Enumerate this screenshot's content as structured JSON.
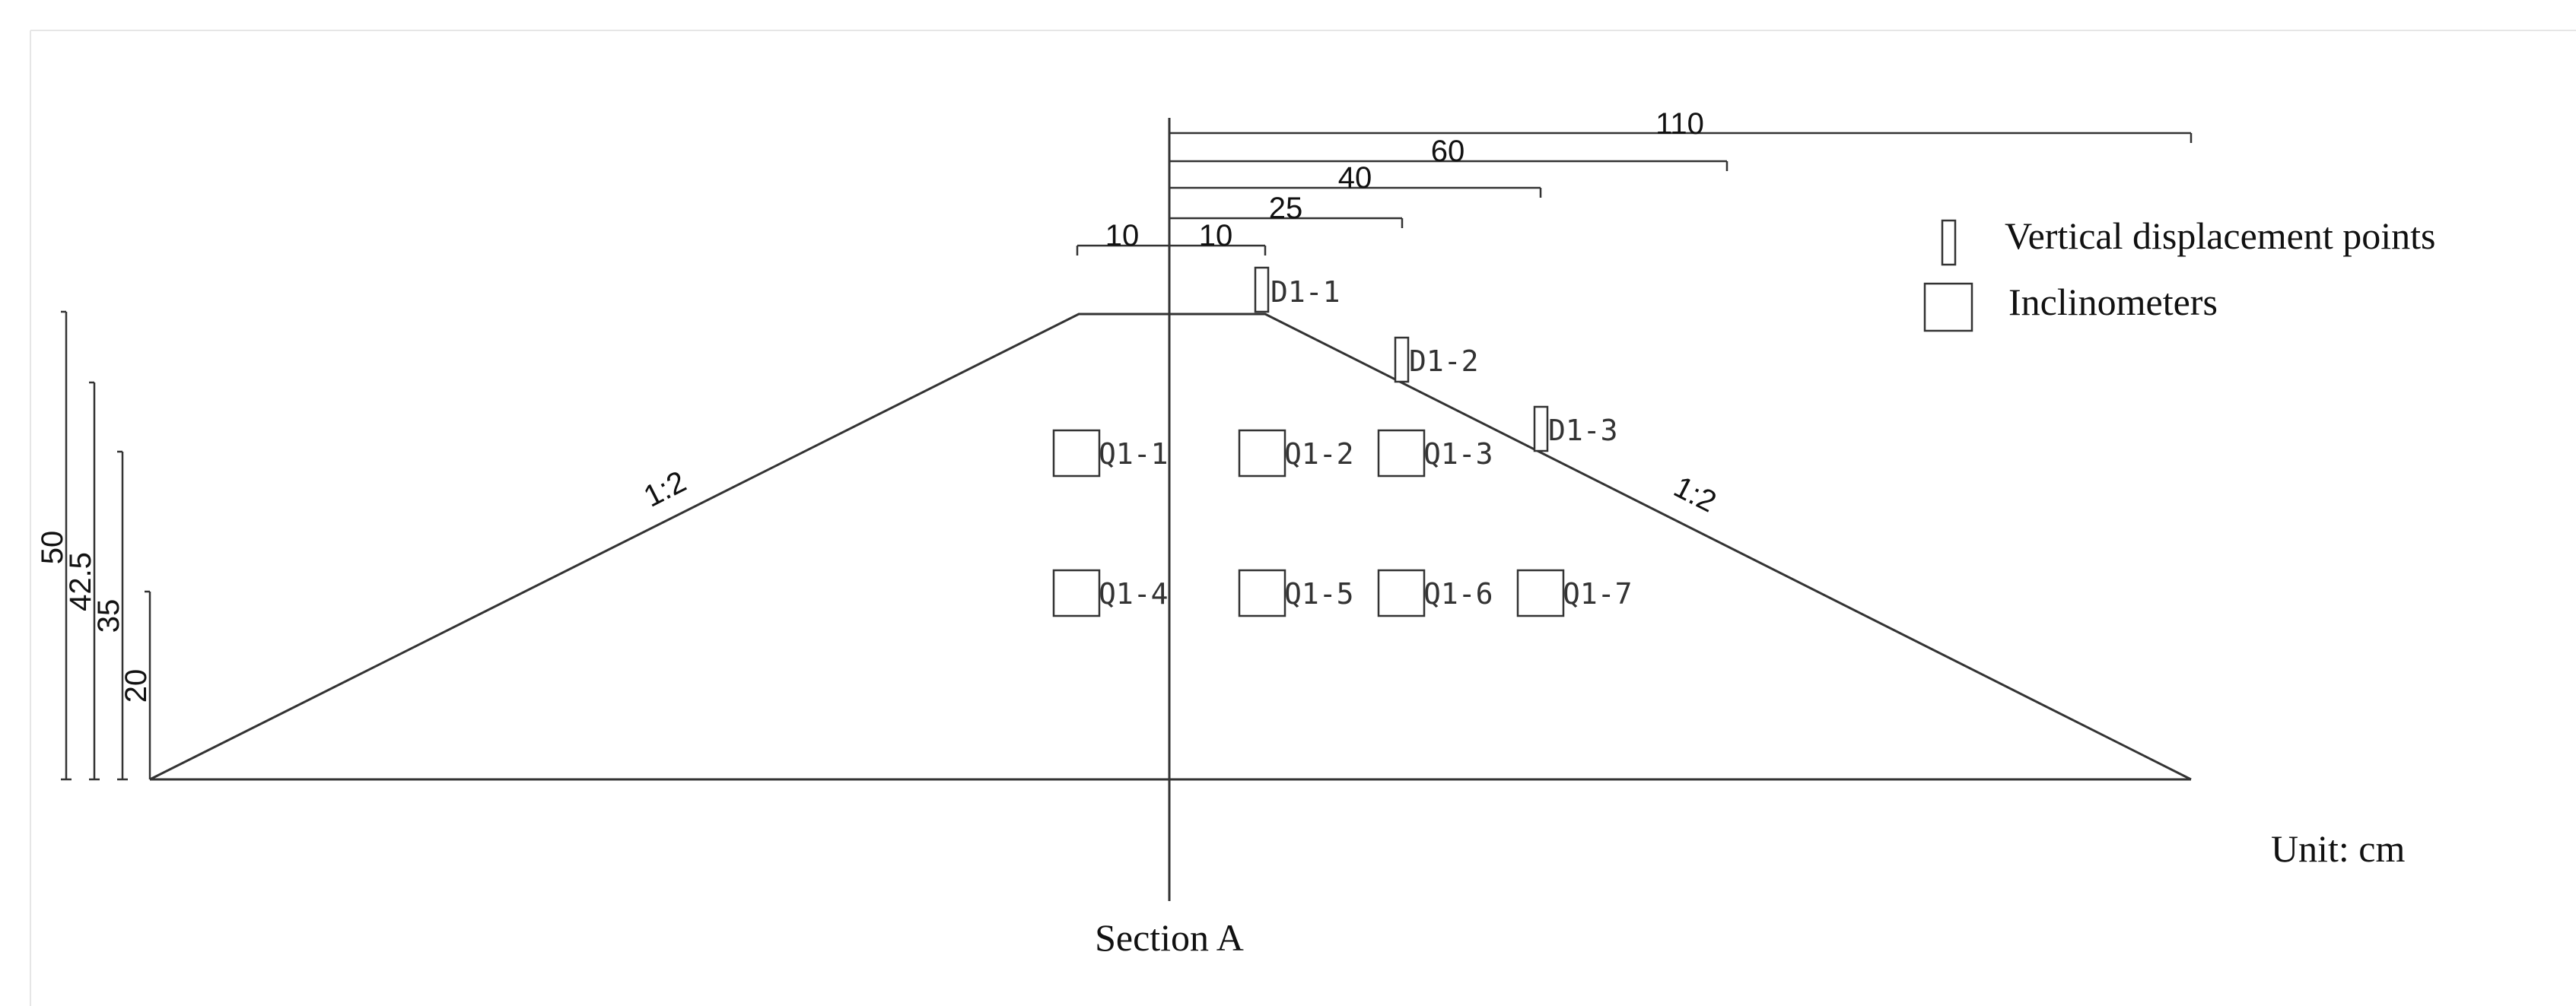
{
  "top_dimensions": [
    "110",
    "60",
    "40",
    "25",
    "10",
    "10"
  ],
  "left_dimensions": [
    "50",
    "42.5",
    "35",
    "20"
  ],
  "slope_labels": [
    "1:2",
    "1:2"
  ],
  "vertical_points": [
    "D1-1",
    "D1-2",
    "D1-3"
  ],
  "inclinometers": [
    "Q1-1",
    "Q1-2",
    "Q1-3",
    "Q1-4",
    "Q1-5",
    "Q1-6",
    "Q1-7"
  ],
  "legend": {
    "vertical_displacement": "Vertical displacement points",
    "inclinometers": "Inclinometers"
  },
  "unit": "Unit: cm",
  "section_label": "Section A"
}
